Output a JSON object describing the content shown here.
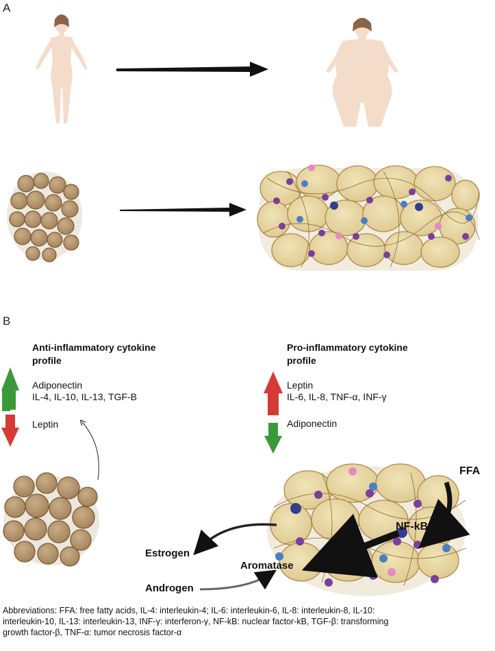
{
  "panel_a": {
    "letter": "A"
  },
  "panel_b": {
    "letter": "B",
    "left_profile": {
      "heading_line1": "Anti-inflammatory cytokine",
      "heading_line2": "profile",
      "up_line1": "Adiponectin",
      "up_line2": "IL-4, IL-10, IL-13, TGF-B",
      "down": "Leptin"
    },
    "right_profile": {
      "heading_line1": "Pro-inflammatory cytokine",
      "heading_line2": "profile",
      "up_line1": "Leptin",
      "up_line2": "IL-6, IL-8, TNF-α, INF-γ",
      "down": "Adiponectin"
    },
    "labels": {
      "ffa": "FFA",
      "nfkb": "NF-kB",
      "estrogen": "Estrogen",
      "aromatase": "Aromatase",
      "androgen": "Androgen"
    }
  },
  "abbreviations": {
    "line1": "Abbreviations: FFA: free fatty acids, IL-4: interleukin-4; IL-6: interleukin-6, IL-8: interleukin-8, IL-10:",
    "line2": "interleukin-10, IL-13: interleukin-13, INF-γ: interferon-γ, NF-kB: nuclear factor-kB, TGF-β: transforming",
    "line3": "growth factor-β, TNF-α: tumor necrosis factor-α"
  },
  "colors": {
    "up_arrow": "#3a9a3a",
    "down_arrow": "#d43b36",
    "adipocyte_lean": "#b79a73",
    "adipocyte_obese": "#e8d9a8",
    "skin": "#f4dccb"
  }
}
